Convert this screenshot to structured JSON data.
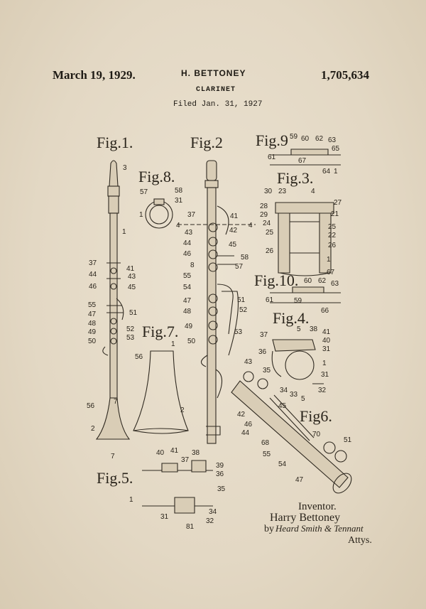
{
  "header": {
    "date": "March 19, 1929.",
    "inventor": "H. BETTONEY",
    "patent_number": "1,705,634",
    "subject": "CLARINET",
    "filed": "Filed Jan. 31, 1927"
  },
  "figures": {
    "fig1": "Fig.1.",
    "fig2": "Fig.2",
    "fig3": "Fig.3.",
    "fig4": "Fig.4.",
    "fig5": "Fig.5.",
    "fig6": "Fig6.",
    "fig7": "Fig.7.",
    "fig8": "Fig.8.",
    "fig9": "Fig.9",
    "fig10": "Fig.10."
  },
  "signature": {
    "label": "Inventor.",
    "name": "Harry Bettoney",
    "by": "by",
    "attorneys": "Heard Smith & Tennant",
    "attys": "Attys."
  },
  "ref_numbers": {
    "fig1": [
      "3",
      "1",
      "37",
      "41",
      "44",
      "43",
      "46",
      "45",
      "55",
      "47",
      "51",
      "48",
      "49",
      "52",
      "50",
      "53",
      "56",
      "7",
      "2",
      "7"
    ],
    "fig2": [
      "37",
      "41",
      "4",
      "42",
      "4",
      "43",
      "44",
      "45",
      "46",
      "58",
      "8",
      "57",
      "55",
      "54",
      "47",
      "51",
      "48",
      "52",
      "49",
      "53",
      "50"
    ],
    "fig3": [
      "30",
      "23",
      "4",
      "27",
      "28",
      "29",
      "21",
      "24",
      "25",
      "22",
      "25",
      "26",
      "26",
      "1"
    ],
    "fig4": [
      "5",
      "38",
      "37",
      "41",
      "40",
      "36",
      "31",
      "1",
      "35",
      "31",
      "34",
      "33",
      "32",
      "5"
    ],
    "fig5": [
      "40",
      "41",
      "38",
      "37",
      "39",
      "36",
      "35",
      "1",
      "31",
      "34",
      "32",
      "81"
    ],
    "fig6": [
      "43",
      "42",
      "45",
      "46",
      "44",
      "68",
      "70",
      "55",
      "51",
      "54",
      "47"
    ],
    "fig7": [
      "1",
      "56",
      "2"
    ],
    "fig8": [
      "57",
      "58",
      "31",
      "1"
    ],
    "fig9": [
      "59",
      "60",
      "62",
      "63",
      "65",
      "61",
      "67",
      "64",
      "1"
    ],
    "fig10": [
      "60",
      "67",
      "62",
      "63",
      "61",
      "59",
      "66"
    ]
  }
}
